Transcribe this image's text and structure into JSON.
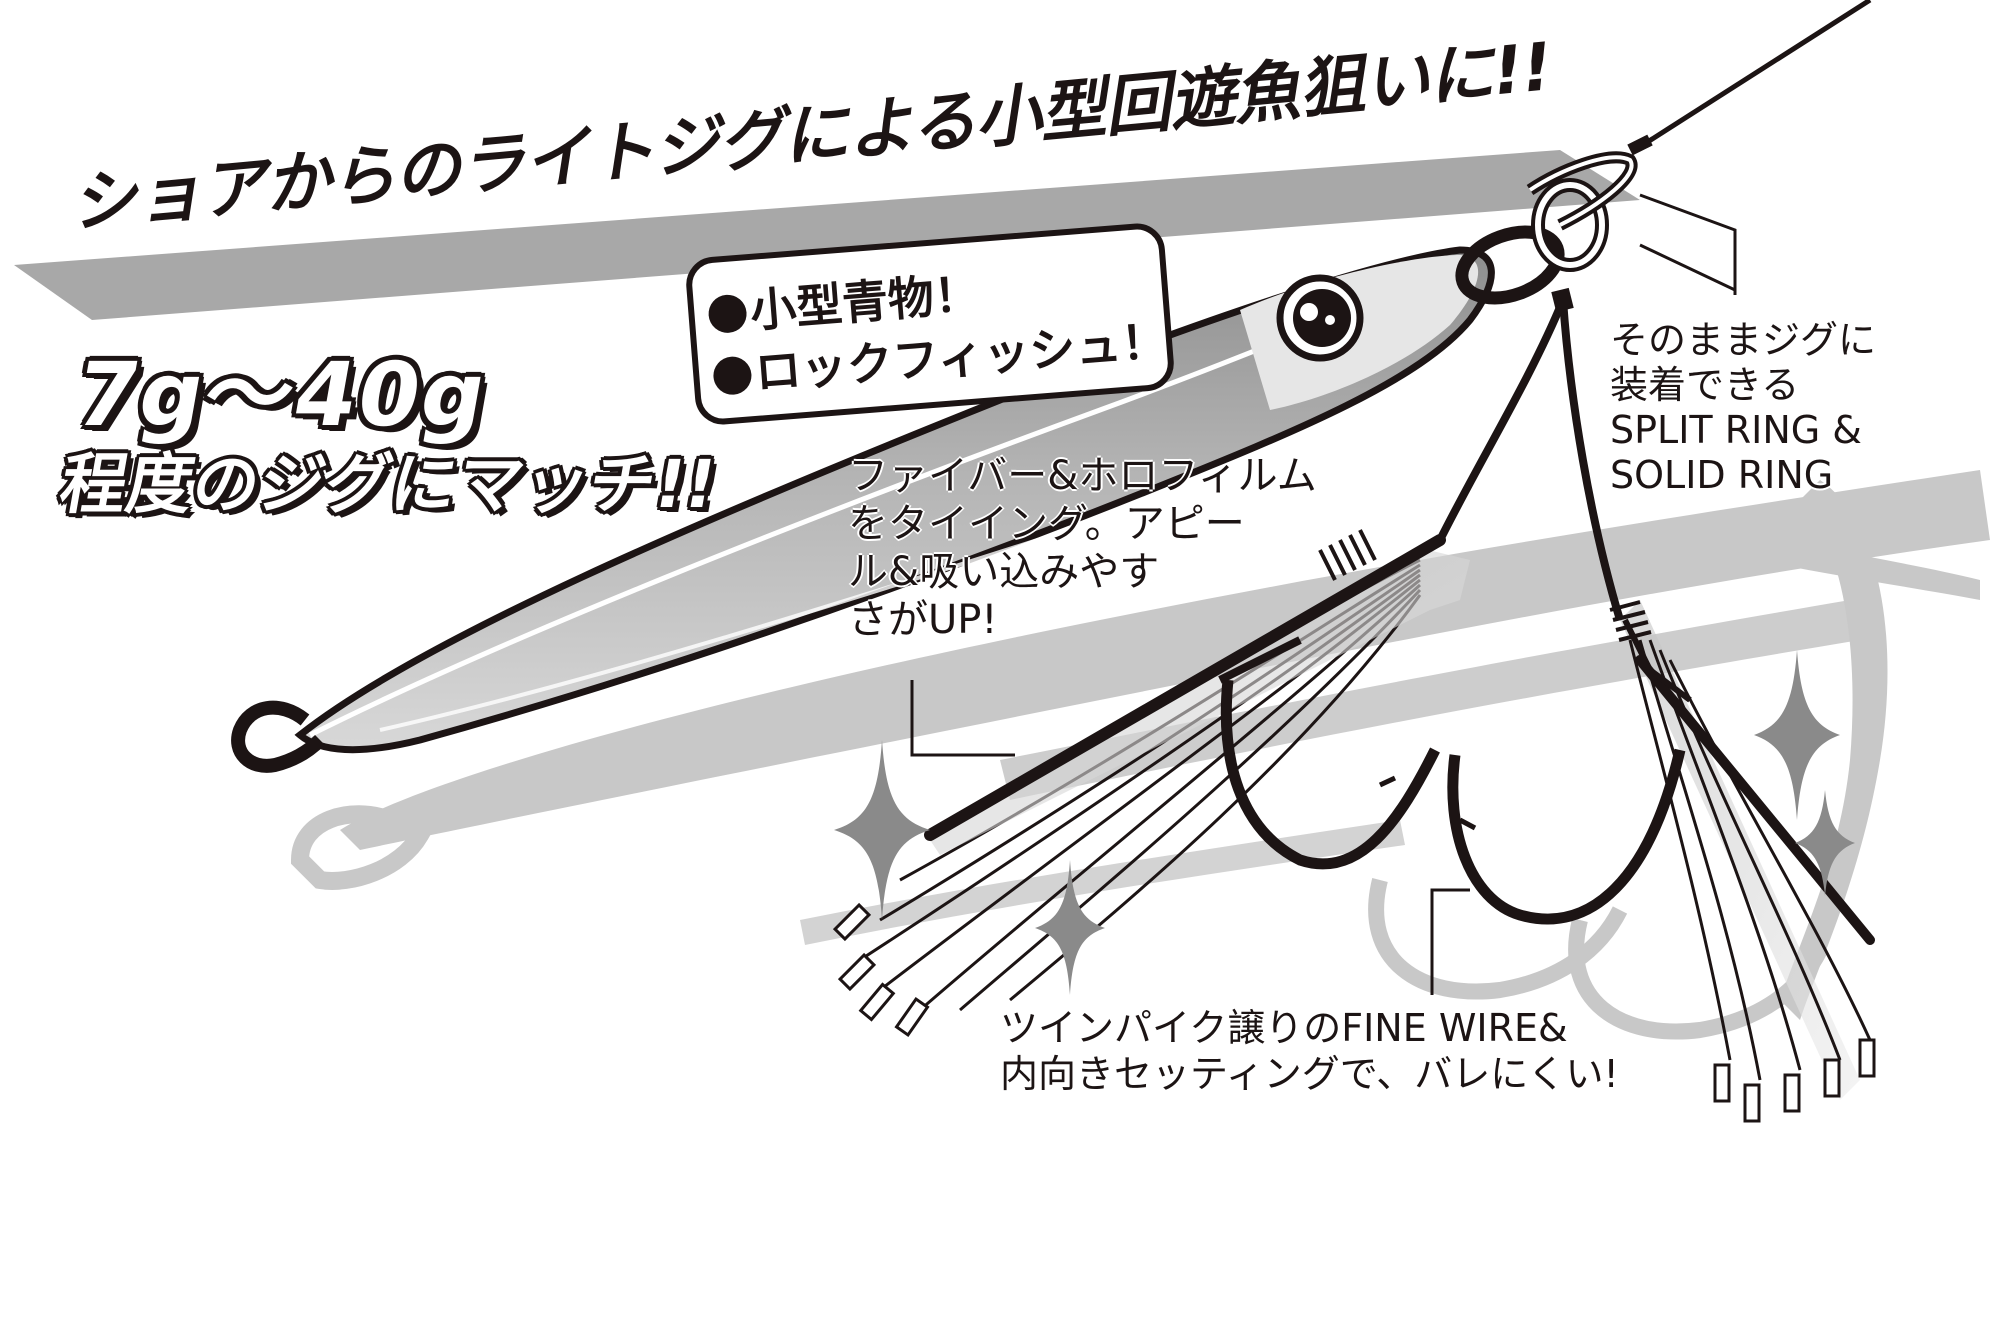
{
  "headline": {
    "text": "ショアからのライトジグによる小型回遊魚狙いに!!"
  },
  "bubble": {
    "items": [
      {
        "label": "小型青物！"
      },
      {
        "label": "ロックフィッシュ！"
      }
    ]
  },
  "weight_range": {
    "range": "7g〜40g",
    "subtitle": "程度のジグにマッチ!!"
  },
  "callouts": {
    "fiber": {
      "lines": [
        "ファイバー&ホロフィルム",
        "をタイイング。アピー",
        "ル&吸い込みやす",
        "さがUP!"
      ]
    },
    "ring": {
      "lines": [
        "そのままジグに",
        "装着できる",
        "SPLIT RING &",
        "SOLID RING"
      ]
    },
    "wire": {
      "lines": [
        "ツインパイク譲りのFINE WIRE&",
        "内向きセッティングで、バレにくい!"
      ]
    }
  },
  "illustration": {
    "subject": "light jig with twin assist hooks",
    "colors": {
      "ink": "#1c1414",
      "banner_grey": "#a8a8a8",
      "shadow_grey": "#c8c8c8",
      "sparkle_grey": "#8a8a8a",
      "white": "#ffffff"
    }
  }
}
